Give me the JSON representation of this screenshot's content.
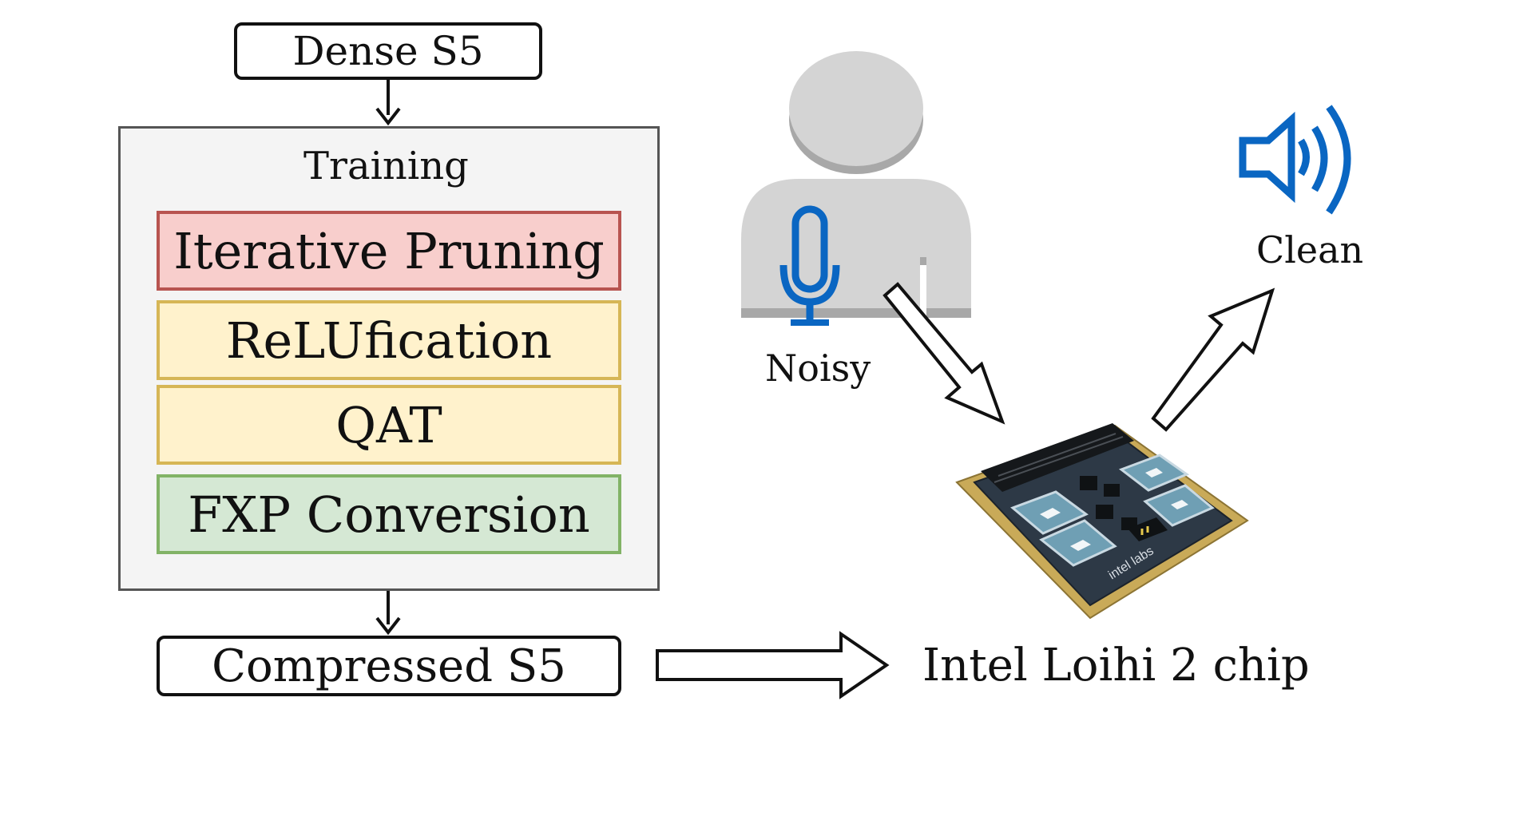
{
  "input_model": {
    "label": "Dense S5"
  },
  "training": {
    "title": "Training",
    "stages": [
      {
        "label": "Iterative Pruning"
      },
      {
        "label": "ReLUfication"
      },
      {
        "label": "QAT"
      },
      {
        "label": "FXP Conversion"
      }
    ]
  },
  "output_model": {
    "label": "Compressed S5"
  },
  "hardware": {
    "label": "Intel Loihi 2 chip",
    "badge_text": "intel labs"
  },
  "audio": {
    "input_label": "Noisy",
    "output_label": "Clean"
  },
  "colors": {
    "pruning_fill": "#f8cecc",
    "pruning_border": "#b85450",
    "relu_fill": "#fff2cc",
    "relu_border": "#d6b656",
    "qat_fill": "#fff2cc",
    "qat_border": "#d6b656",
    "fxp_fill": "#d5e8d4",
    "fxp_border": "#82b366",
    "accent_blue": "#0a66c2",
    "person_gray": "#d4d4d4"
  },
  "icons": [
    "person-icon",
    "microphone-icon",
    "speaker-icon",
    "chip-image"
  ]
}
